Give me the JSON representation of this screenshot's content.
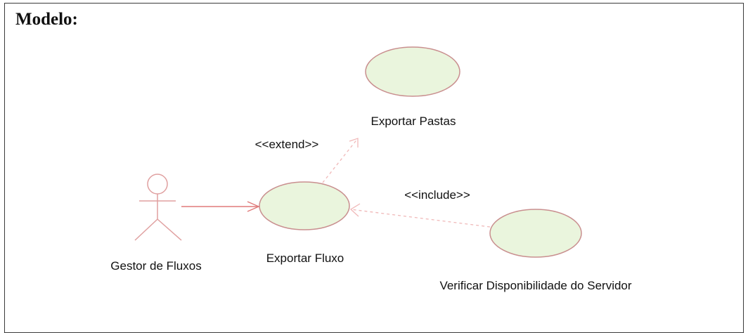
{
  "title": "Modelo:",
  "actor": {
    "name": "Gestor de Fluxos"
  },
  "use_cases": {
    "exportar_pastas": "Exportar Pastas",
    "exportar_fluxo": "Exportar Fluxo",
    "verificar_disponibilidade": "Verificar Disponibilidade do Servidor"
  },
  "relations": {
    "extend": "<<extend>>",
    "include": "<<include>>"
  },
  "colors": {
    "use_case_fill": "#eaf5dd",
    "use_case_stroke": "#c98f8f",
    "actor_stroke": "#e0a0a0",
    "association": "#e07a7a",
    "dependency": "#f0b8b8"
  }
}
